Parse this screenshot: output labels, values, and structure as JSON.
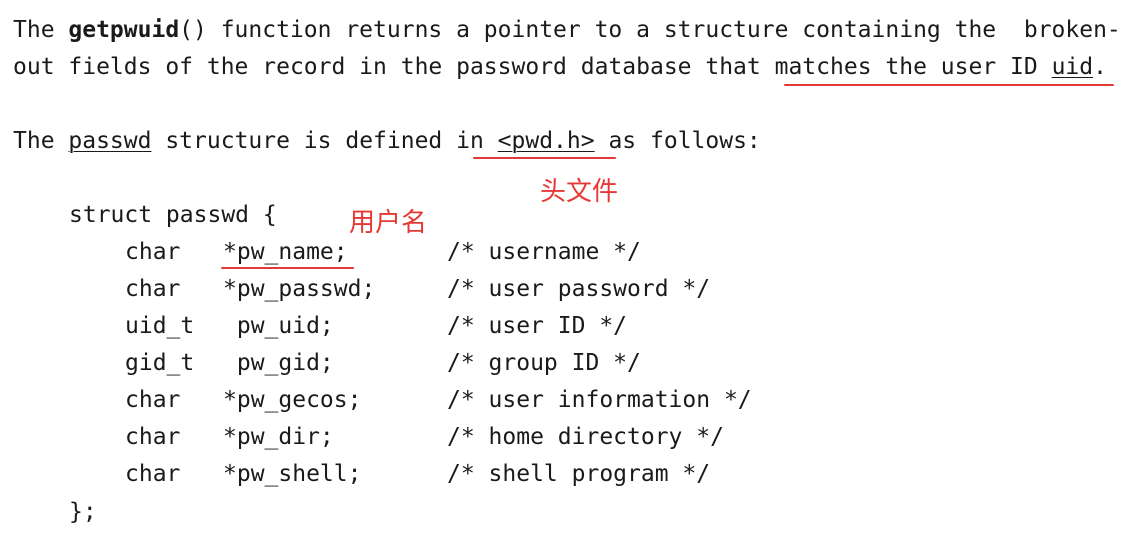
{
  "paragraph1": {
    "line1": {
      "prefix": "The ",
      "func": "getpwuid",
      "suffix": "() function returns a pointer to a structure containing the  broken-"
    },
    "line2": {
      "prefix": "out fields of the record in the password database that ",
      "highlight": "matches the user ID ",
      "uid": "uid",
      "end": "."
    }
  },
  "paragraph2": {
    "prefix": "The ",
    "struct_name": "passwd",
    "middle": " structure is defined in ",
    "header": "<pwd.h>",
    "suffix": " as follows:"
  },
  "code": {
    "open": "struct passwd {",
    "fields": [
      {
        "type": "char",
        "name": "*pw_name;",
        "comment": "/* username */"
      },
      {
        "type": "char",
        "name": "*pw_passwd;",
        "comment": "/* user password */"
      },
      {
        "type": "uid_t",
        "name": " pw_uid;",
        "comment": "/* user ID */"
      },
      {
        "type": "gid_t",
        "name": " pw_gid;",
        "comment": "/* group ID */"
      },
      {
        "type": "char",
        "name": "*pw_gecos;",
        "comment": "/* user information */"
      },
      {
        "type": "char",
        "name": "*pw_dir;",
        "comment": "/* home directory */"
      },
      {
        "type": "char",
        "name": "*pw_shell;",
        "comment": "/* shell program */"
      }
    ],
    "close": "};"
  },
  "annotations": {
    "header_note": "头文件",
    "username_note": "用户名",
    "color": "#e53935"
  }
}
